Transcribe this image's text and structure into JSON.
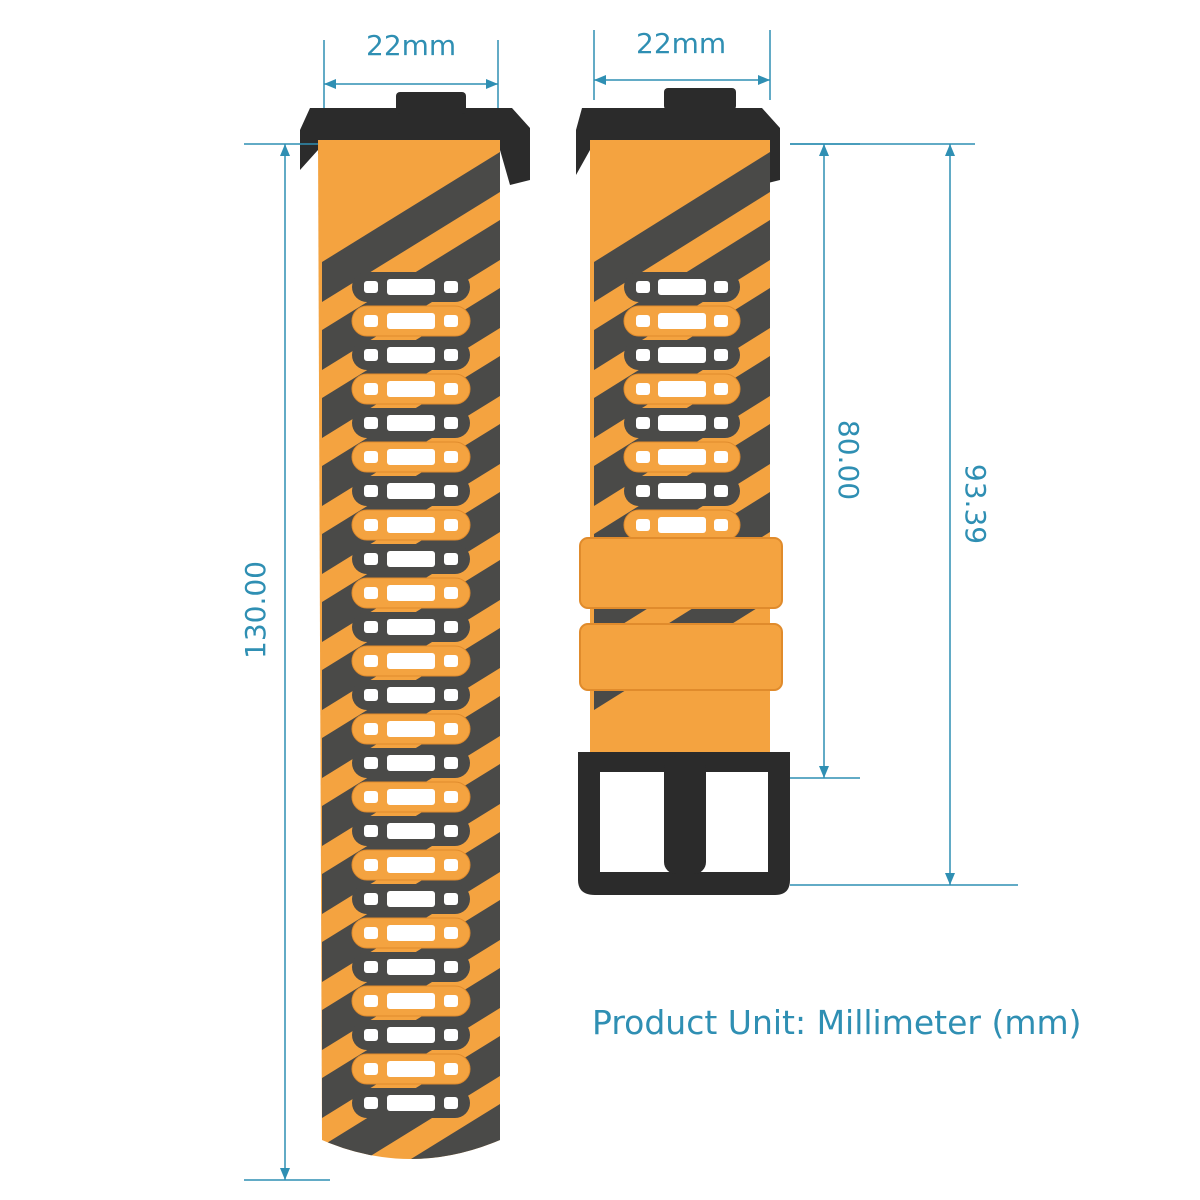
{
  "dimensions": {
    "left_width": "22mm",
    "right_width": "22mm",
    "long_strap_length": "130.00",
    "short_strap_to_loop": "80.00",
    "short_strap_total": "93.39"
  },
  "unit_note": "Product Unit: Millimeter (mm)",
  "colors": {
    "band": "#f4a340",
    "band_shadow": "#e08b2c",
    "inlay": "#4a4a48",
    "hardware": "#2b2b2b",
    "dimension_line": "#2f8fb3"
  }
}
